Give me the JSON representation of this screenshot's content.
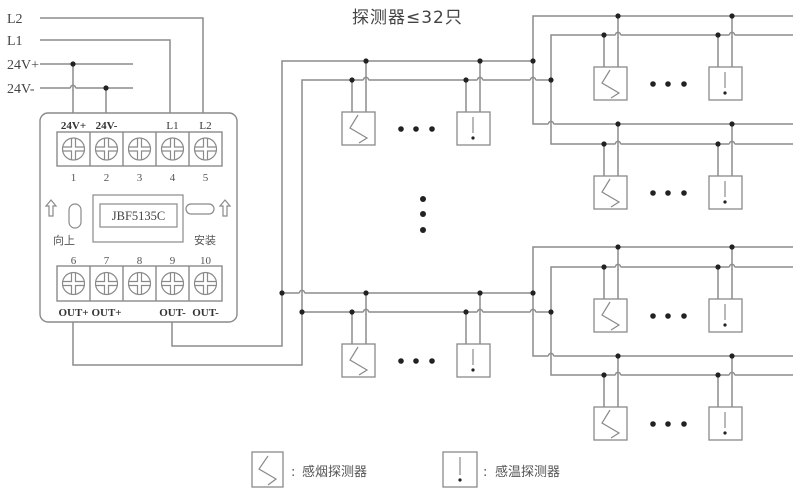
{
  "title": "探测器≤32只",
  "inputs": {
    "l2": "L2",
    "l1": "L1",
    "v24_pos": "24V+",
    "v24_neg": "24V-"
  },
  "module": {
    "model": "JBF5135C",
    "top_terminals": [
      {
        "number": "1",
        "label": "24V+"
      },
      {
        "number": "2",
        "label": "24V-"
      },
      {
        "number": "3",
        "label": ""
      },
      {
        "number": "4",
        "label": "L1"
      },
      {
        "number": "5",
        "label": "L2"
      }
    ],
    "bottom_terminals": [
      {
        "number": "6",
        "label": "OUT+"
      },
      {
        "number": "7",
        "label": "OUT+"
      },
      {
        "number": "8",
        "label": ""
      },
      {
        "number": "9",
        "label": "OUT-"
      },
      {
        "number": "10",
        "label": "OUT-"
      }
    ],
    "orientation_left": "向上",
    "orientation_right": "安装",
    "icons": {
      "arrow": "up-arrow-icon",
      "screw": "terminal-screw-icon",
      "slot": "mounting-slot-icon"
    }
  },
  "branches": [
    {
      "name": "main-branch-upper",
      "devices": [
        "smoke",
        "more",
        "heat"
      ]
    },
    {
      "name": "sub-branch-1",
      "devices": [
        "smoke",
        "more",
        "heat"
      ]
    },
    {
      "name": "sub-branch-2",
      "devices": [
        "smoke",
        "more",
        "heat"
      ]
    },
    {
      "name": "main-branch-lower",
      "devices": [
        "smoke",
        "more",
        "heat"
      ]
    },
    {
      "name": "sub-branch-3",
      "devices": [
        "smoke",
        "more",
        "heat"
      ]
    },
    {
      "name": "sub-branch-4",
      "devices": [
        "smoke",
        "more",
        "heat"
      ]
    }
  ],
  "more_branches_indicator": "vertical-ellipsis",
  "legend": [
    {
      "icon": "smoke-detector-icon",
      "separator": ":",
      "label": "感烟探测器"
    },
    {
      "icon": "heat-detector-icon",
      "separator": ":",
      "label": "感温探测器"
    }
  ],
  "colors": {
    "wire": "#8c8c8c",
    "junction": "#222222",
    "text": "#333333"
  }
}
